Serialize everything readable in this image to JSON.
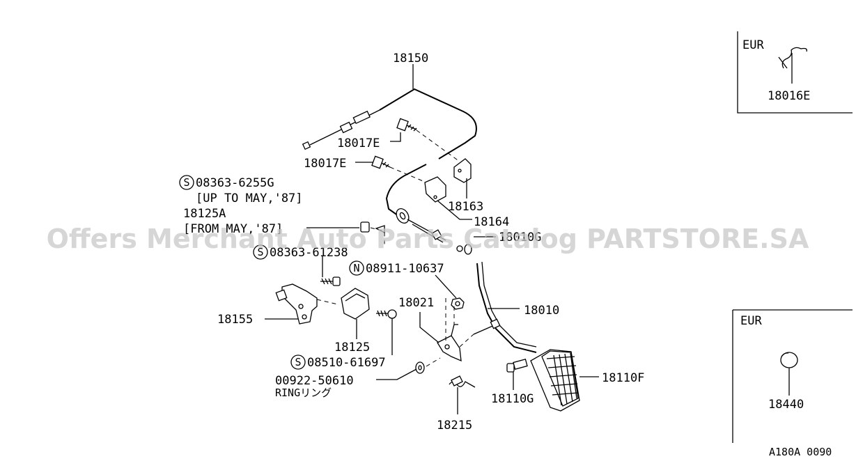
{
  "labels": {
    "p18150": "18150",
    "p18017e_a": "18017E",
    "p18017e_b": "18017E",
    "p08363_6255g": "08363-6255G",
    "note_up_to": "[UP TO MAY,'87]",
    "p18125a": "18125A",
    "note_from": "[FROM MAY,'87]",
    "p18163": "18163",
    "p18164": "18164",
    "p18010g": "18010G",
    "p08363_61238": "08363-61238",
    "p08911_10637": "08911-10637",
    "p18021": "18021",
    "p18010": "18010",
    "p18155": "18155",
    "p18125": "18125",
    "p08510_61697": "08510-61697",
    "p00922_50610": "00922-50610",
    "ring": "RINGリング",
    "p18110f": "18110F",
    "p18110g": "18110G",
    "p18215": "18215"
  },
  "symbols": {
    "s_circle": "S",
    "n_circle": "N"
  },
  "insets": {
    "top": {
      "region": "EUR",
      "part": "18016E"
    },
    "bottom": {
      "region": "EUR",
      "part": "18440"
    }
  },
  "code": "A180A 0090",
  "watermark": "Offers Merchant Auto Parts Catalog PARTSTORE.SA"
}
